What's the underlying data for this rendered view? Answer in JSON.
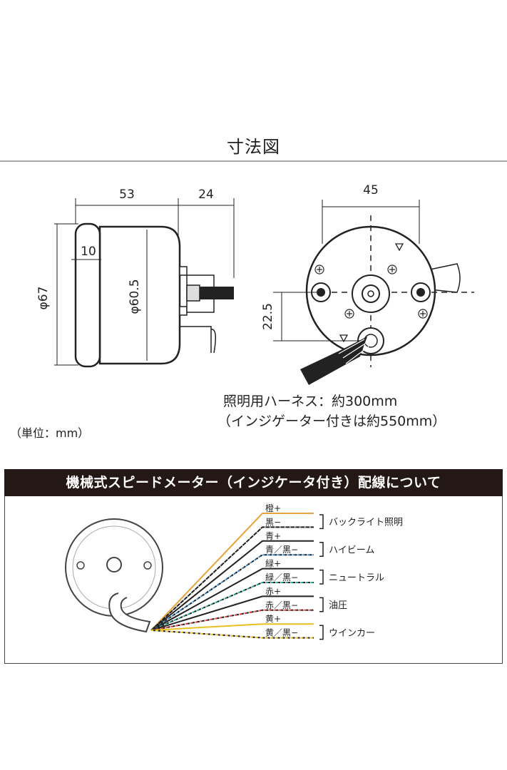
{
  "dimensions_title": "寸法図",
  "side_view": {
    "total_depth": "53",
    "connector_depth": "24",
    "bezel_thickness": "10",
    "outer_diameter": "φ67",
    "body_diameter": "φ60.5"
  },
  "rear_view": {
    "width": "45",
    "offset": "22.5"
  },
  "harness_note_line1": "照明用ハーネス：約300mm",
  "harness_note_line2": "（インジゲーター付きは約550mm）",
  "unit_note": "（単位：mm）",
  "wiring_title": "機械式スピードメーター（インジケータ付き）配線について",
  "wires": [
    {
      "label": "橙+",
      "color": "#e8a33c",
      "dashed": false
    },
    {
      "label": "黒−",
      "color": "#222222",
      "dashed": true
    },
    {
      "label": "青+",
      "color": "#222222",
      "dashed": false
    },
    {
      "label": "青／黒−",
      "color": "#2d7fc1",
      "dashed": true
    },
    {
      "label": "緑+",
      "color": "#222222",
      "dashed": false
    },
    {
      "label": "緑／黒−",
      "color": "#1aa38a",
      "dashed": true
    },
    {
      "label": "赤+",
      "color": "#222222",
      "dashed": false
    },
    {
      "label": "赤／黒−",
      "color": "#d83a3a",
      "dashed": true
    },
    {
      "label": "黄+",
      "color": "#e8c020",
      "dashed": false
    },
    {
      "label": "黄／黒−",
      "color": "#e8c020",
      "dashed": true
    }
  ],
  "groups": [
    {
      "label": "バックライト照明"
    },
    {
      "label": "ハイビーム"
    },
    {
      "label": "ニュートラル"
    },
    {
      "label": "油圧"
    },
    {
      "label": "ウインカー"
    }
  ]
}
